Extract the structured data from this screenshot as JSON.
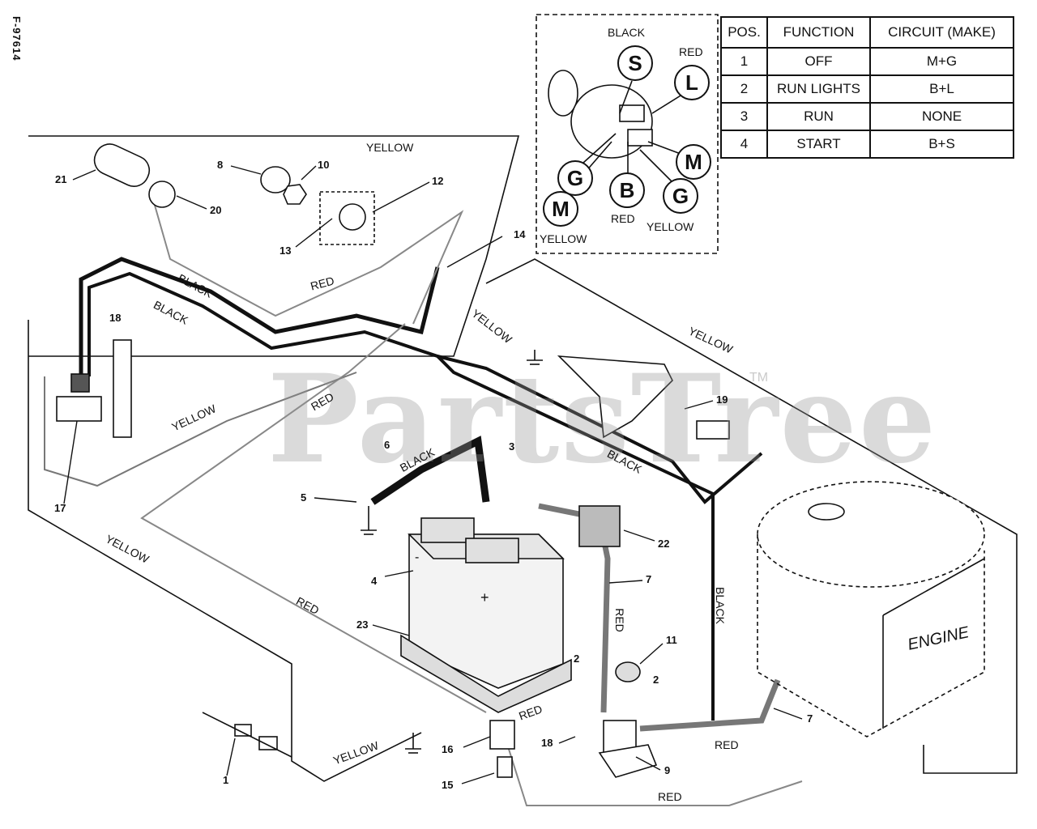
{
  "drawing_code": "F-97614",
  "watermark": "PartsTree",
  "watermark_tm": "TM",
  "switch_table": {
    "headers": [
      "POS.",
      "FUNCTION",
      "CIRCUIT  (MAKE)"
    ],
    "rows": [
      {
        "pos": "1",
        "function": "OFF",
        "circuit": "M+G"
      },
      {
        "pos": "2",
        "function": "RUN LIGHTS",
        "circuit": "B+L"
      },
      {
        "pos": "3",
        "function": "RUN",
        "circuit": "NONE"
      },
      {
        "pos": "4",
        "function": "START",
        "circuit": "B+S"
      }
    ]
  },
  "switch_terminals": {
    "s": "S",
    "l": "L",
    "g_left": "G",
    "b": "B",
    "m_right": "M",
    "g_right": "G",
    "m_left": "M"
  },
  "switch_wire_colors": {
    "black": "BLACK",
    "red_top": "RED",
    "red_bottom": "RED",
    "yellow_right": "YELLOW",
    "yellow_left": "YELLOW"
  },
  "wire_labels": {
    "yellow_top": "YELLOW",
    "black_1": "BLACK",
    "black_2": "BLACK",
    "red_upper": "RED",
    "yellow_switch": "YELLOW",
    "yellow_right": "YELLOW",
    "red_center": "RED",
    "yellow_left": "YELLOW",
    "black_battery": "BLACK",
    "black_harness": "BLACK",
    "yellow_lower_left": "YELLOW",
    "red_lower": "RED",
    "red_cable": "RED",
    "black_engine": "BLACK",
    "red_solenoid": "RED",
    "red_fuse": "RED",
    "red_bottom": "RED",
    "yellow_bottom": "YELLOW"
  },
  "engine_label": "ENGINE",
  "part_numbers": {
    "p21": "21",
    "p8": "8",
    "p10": "10",
    "p12": "12",
    "p20": "20",
    "p13": "13",
    "p14": "14",
    "p18a": "18",
    "p17": "17",
    "p19": "19",
    "p6": "6",
    "p3": "3",
    "p5": "5",
    "p22": "22",
    "p4": "4",
    "p7a": "7",
    "p23": "23",
    "p2a": "2",
    "p11": "11",
    "p2b": "2",
    "p7b": "7",
    "p16": "16",
    "p18b": "18",
    "p9": "9",
    "p15": "15",
    "p1": "1"
  },
  "battery_signs": {
    "neg": "-",
    "pos": "+"
  }
}
